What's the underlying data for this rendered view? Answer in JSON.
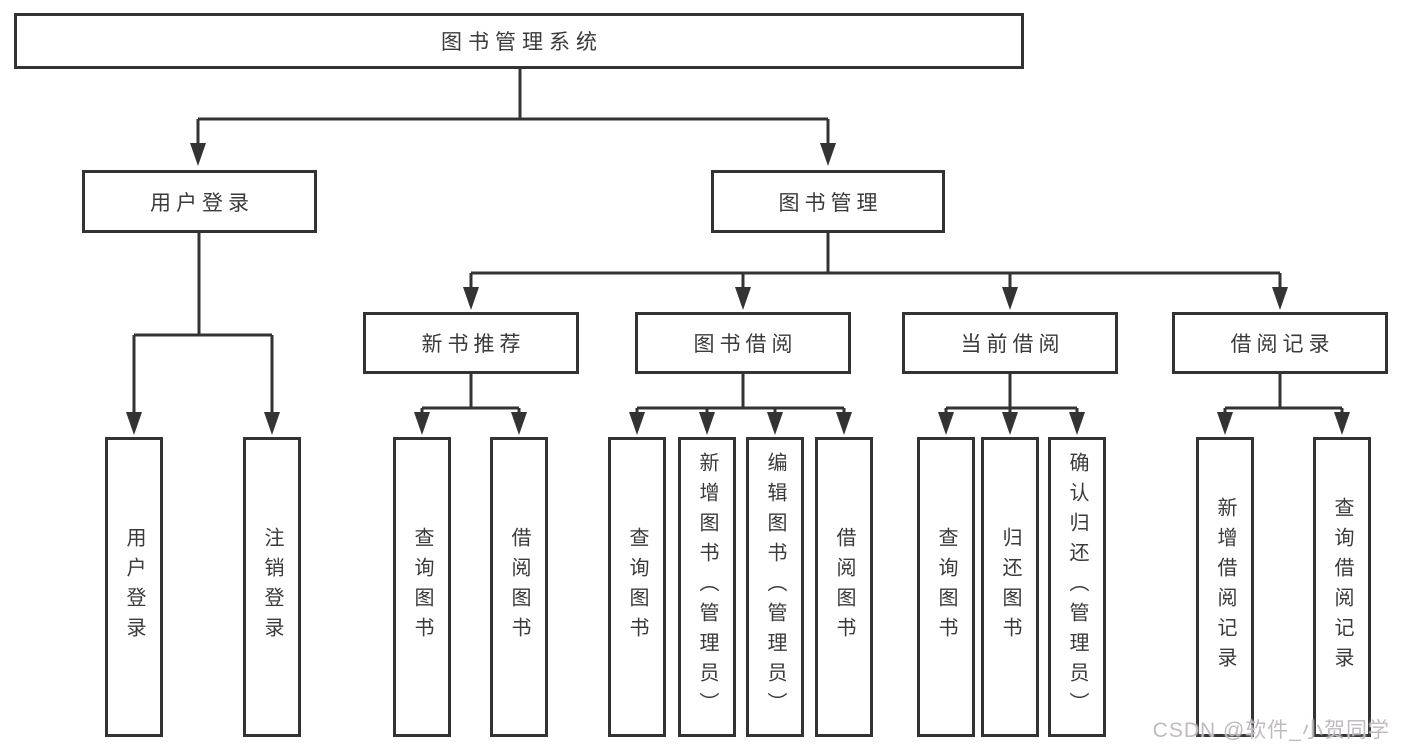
{
  "tree": {
    "label": "图书管理系统",
    "children": [
      {
        "label": "用户登录",
        "children": [
          {
            "label": "用户登录"
          },
          {
            "label": "注销登录"
          }
        ]
      },
      {
        "label": "图书管理",
        "children": [
          {
            "label": "新书推荐",
            "children": [
              {
                "label": "查询图书"
              },
              {
                "label": "借阅图书"
              }
            ]
          },
          {
            "label": "图书借阅",
            "children": [
              {
                "label": "查询图书"
              },
              {
                "label": "新增图书（管理员）"
              },
              {
                "label": "编辑图书（管理员）"
              },
              {
                "label": "借阅图书"
              }
            ]
          },
          {
            "label": "当前借阅",
            "children": [
              {
                "label": "查询图书"
              },
              {
                "label": "归还图书"
              },
              {
                "label": "确认归还（管理员）"
              }
            ]
          },
          {
            "label": "借阅记录",
            "children": [
              {
                "label": "新增借阅记录"
              },
              {
                "label": "查询借阅记录"
              }
            ]
          }
        ]
      }
    ]
  },
  "watermark": {
    "text": "CSDN @软件_小贺同学"
  },
  "colors": {
    "line": "#333333",
    "box_border": "#333333",
    "text": "#3a3a3a",
    "watermark": "#bfbbbf",
    "background": "#ffffff"
  }
}
